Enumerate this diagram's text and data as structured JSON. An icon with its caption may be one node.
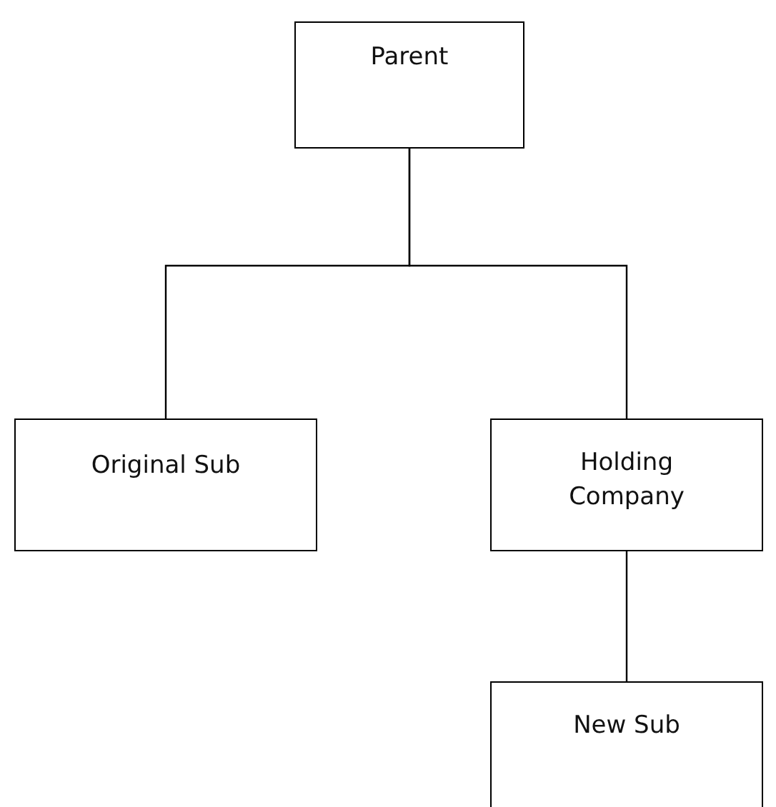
{
  "diagram": {
    "nodes": [
      {
        "text": [
          "Parent"
        ]
      },
      {
        "text": [
          "Original Sub"
        ]
      },
      {
        "text": [
          "Holding Company"
        ]
      },
      {
        "text": [
          "New Sub"
        ]
      }
    ],
    "edges": [
      {
        "from": 0,
        "to": 1,
        "arrow": "none"
      },
      {
        "from": 0,
        "to": 2,
        "arrow": "none"
      },
      {
        "from": 2,
        "to": 3,
        "arrow": "none"
      }
    ]
  }
}
